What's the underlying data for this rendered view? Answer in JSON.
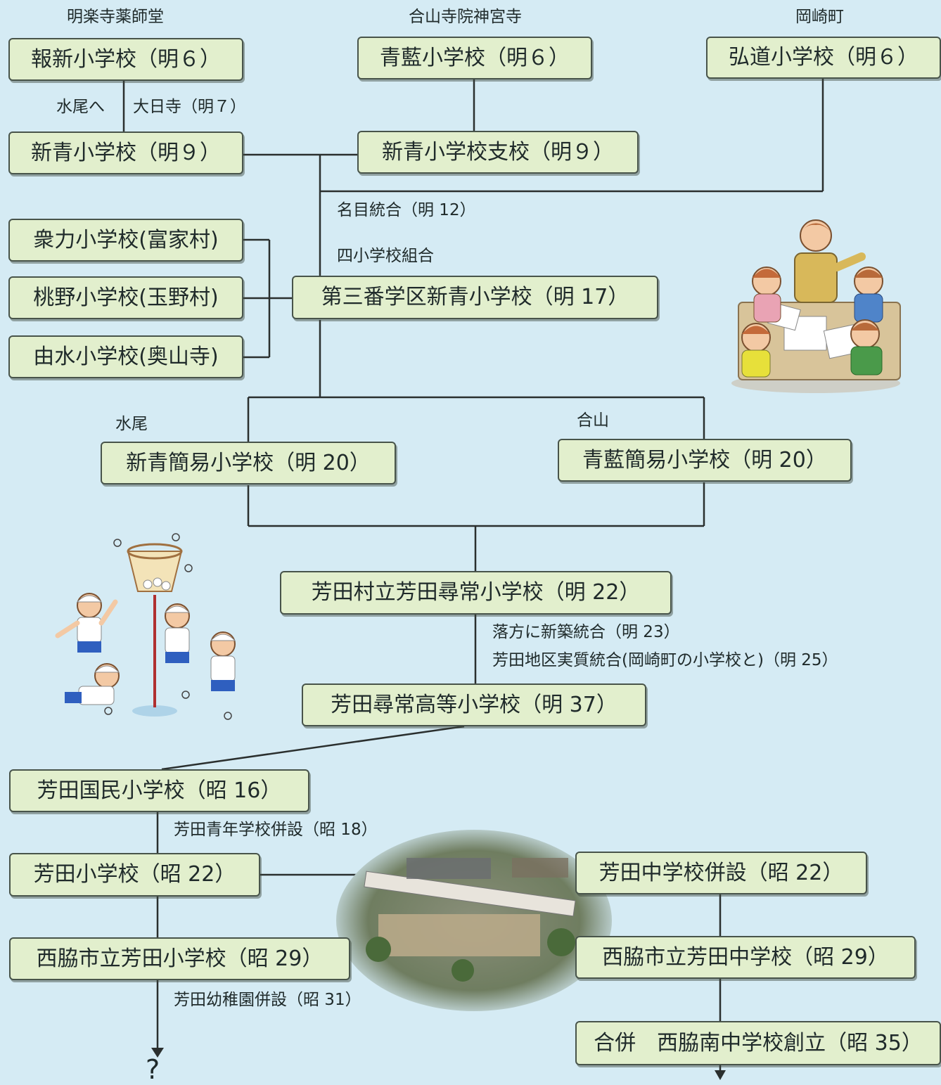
{
  "top_labels": {
    "myorakuji": "明楽寺薬師堂",
    "gozanji": "合山寺院神宮寺",
    "okazaki": "岡崎町"
  },
  "boxes": {
    "hoshin": "報新小学校（明６）",
    "seiran": "青藍小学校（明６）",
    "kodo": "弘道小学校（明６）",
    "shinsei": "新青小学校（明９）",
    "shinsei_branch": "新青小学校支校（明９）",
    "shuryoku": "衆力小学校(富家村)",
    "momono": "桃野小学校(玉野村)",
    "yusui": "由水小学校(奥山寺)",
    "daisan": "第三番学区新青小学校（明 17）",
    "shinsei_kan": "新青簡易小学校（明 20）",
    "seiran_kan": "青藍簡易小学校（明 20）",
    "haga_jinjo": "芳田村立芳田尋常小学校（明 22）",
    "haga_koto": "芳田尋常高等小学校（明 37）",
    "haga_kokumin": "芳田国民小学校（昭 16）",
    "haga_sho": "芳田小学校（昭 22）",
    "haga_chu_heisetsu": "芳田中学校併設（昭 22）",
    "nishiwaki_sho": "西脇市立芳田小学校（昭 29）",
    "nishiwaki_chu": "西脇市立芳田中学校（昭 29）",
    "gappei": "合併　西脇南中学校創立（昭 35）"
  },
  "labels": {
    "mizuo_he": "水尾へ",
    "dainichiji": "大日寺（明７）",
    "meimoku": "名目統合（明 12）",
    "yon_kumiai": "四小学校組合",
    "mizuo": "水尾",
    "gozan": "合山",
    "ochikata": "落方に新築統合（明 23）",
    "haga_chiku": "芳田地区実質統合(岡崎町の小学校と)（明 25）",
    "seinen": "芳田青年学校併設（昭 18）",
    "yochien": "芳田幼稚園併設（昭 31）",
    "question": "?"
  }
}
